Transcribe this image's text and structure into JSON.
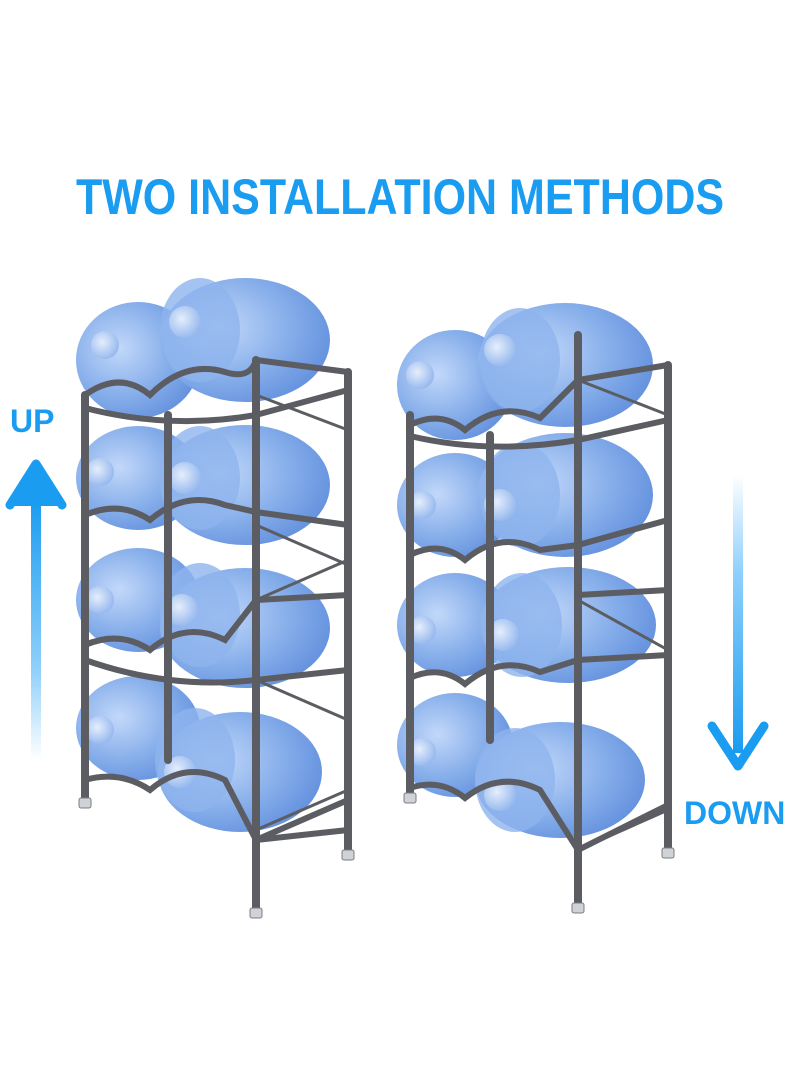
{
  "title": "TWO INSTALLATION METHODS",
  "up_label": "UP",
  "down_label": "DOWN",
  "colors": {
    "accent_blue": "#1a9cf0",
    "bottle_blue": "#6e9ee8",
    "bottle_light": "#a9c8f5",
    "rack_metal": "#5b5d62"
  },
  "racks": [
    {
      "name": "left-rack",
      "tiers": 4,
      "bottles": 8,
      "install_direction": "up"
    },
    {
      "name": "right-rack",
      "tiers": 4,
      "bottles": 8,
      "install_direction": "down"
    }
  ]
}
